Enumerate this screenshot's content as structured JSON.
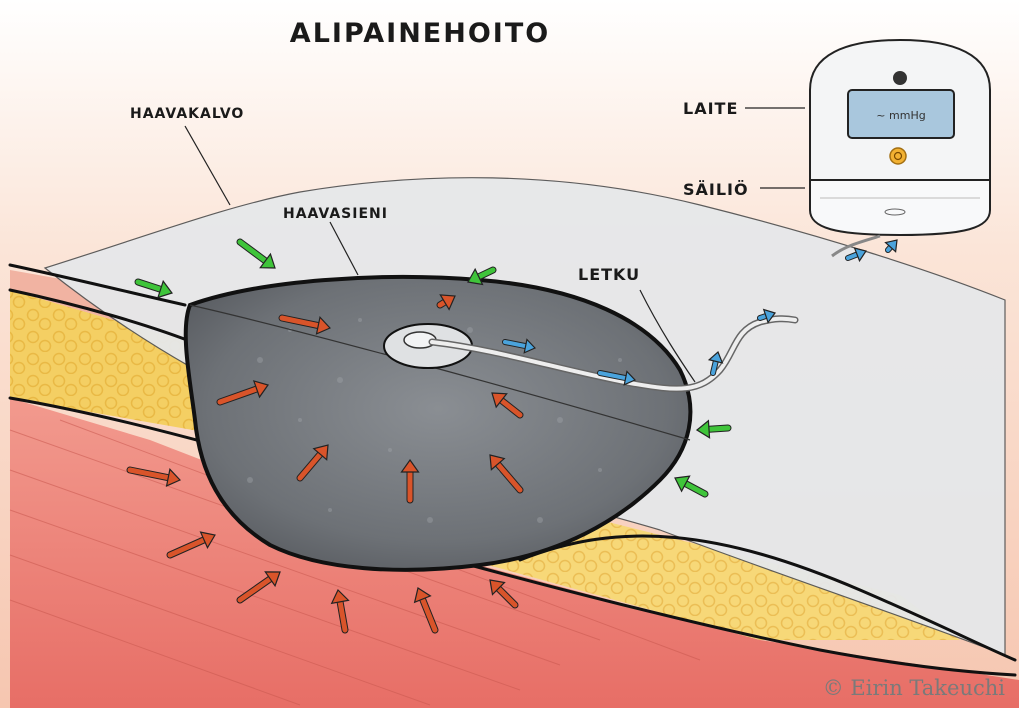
{
  "title": "ALIPAINEHOITO",
  "labels": {
    "haavakalvo": "HAAVAKALVO",
    "haavasieni": "HAAVASIENI",
    "letku": "LETKU",
    "laite": "LAITE",
    "sailio": "SÄILIÖ"
  },
  "device": {
    "display": "~ mmHg"
  },
  "signature": "© Eirin Takeuchi",
  "colors": {
    "pressure_arrow": "#d9542a",
    "film_arrow": "#3fc43a",
    "fluid_arrow": "#4aa3dc",
    "sponge": "#6f7378",
    "fat": "#f4cf63",
    "muscle": "#ec8078",
    "film": "#e4e6e8"
  },
  "icons": [
    "power-button-icon",
    "pressure-arrow-icon",
    "film-arrow-icon",
    "fluid-arrow-icon"
  ]
}
